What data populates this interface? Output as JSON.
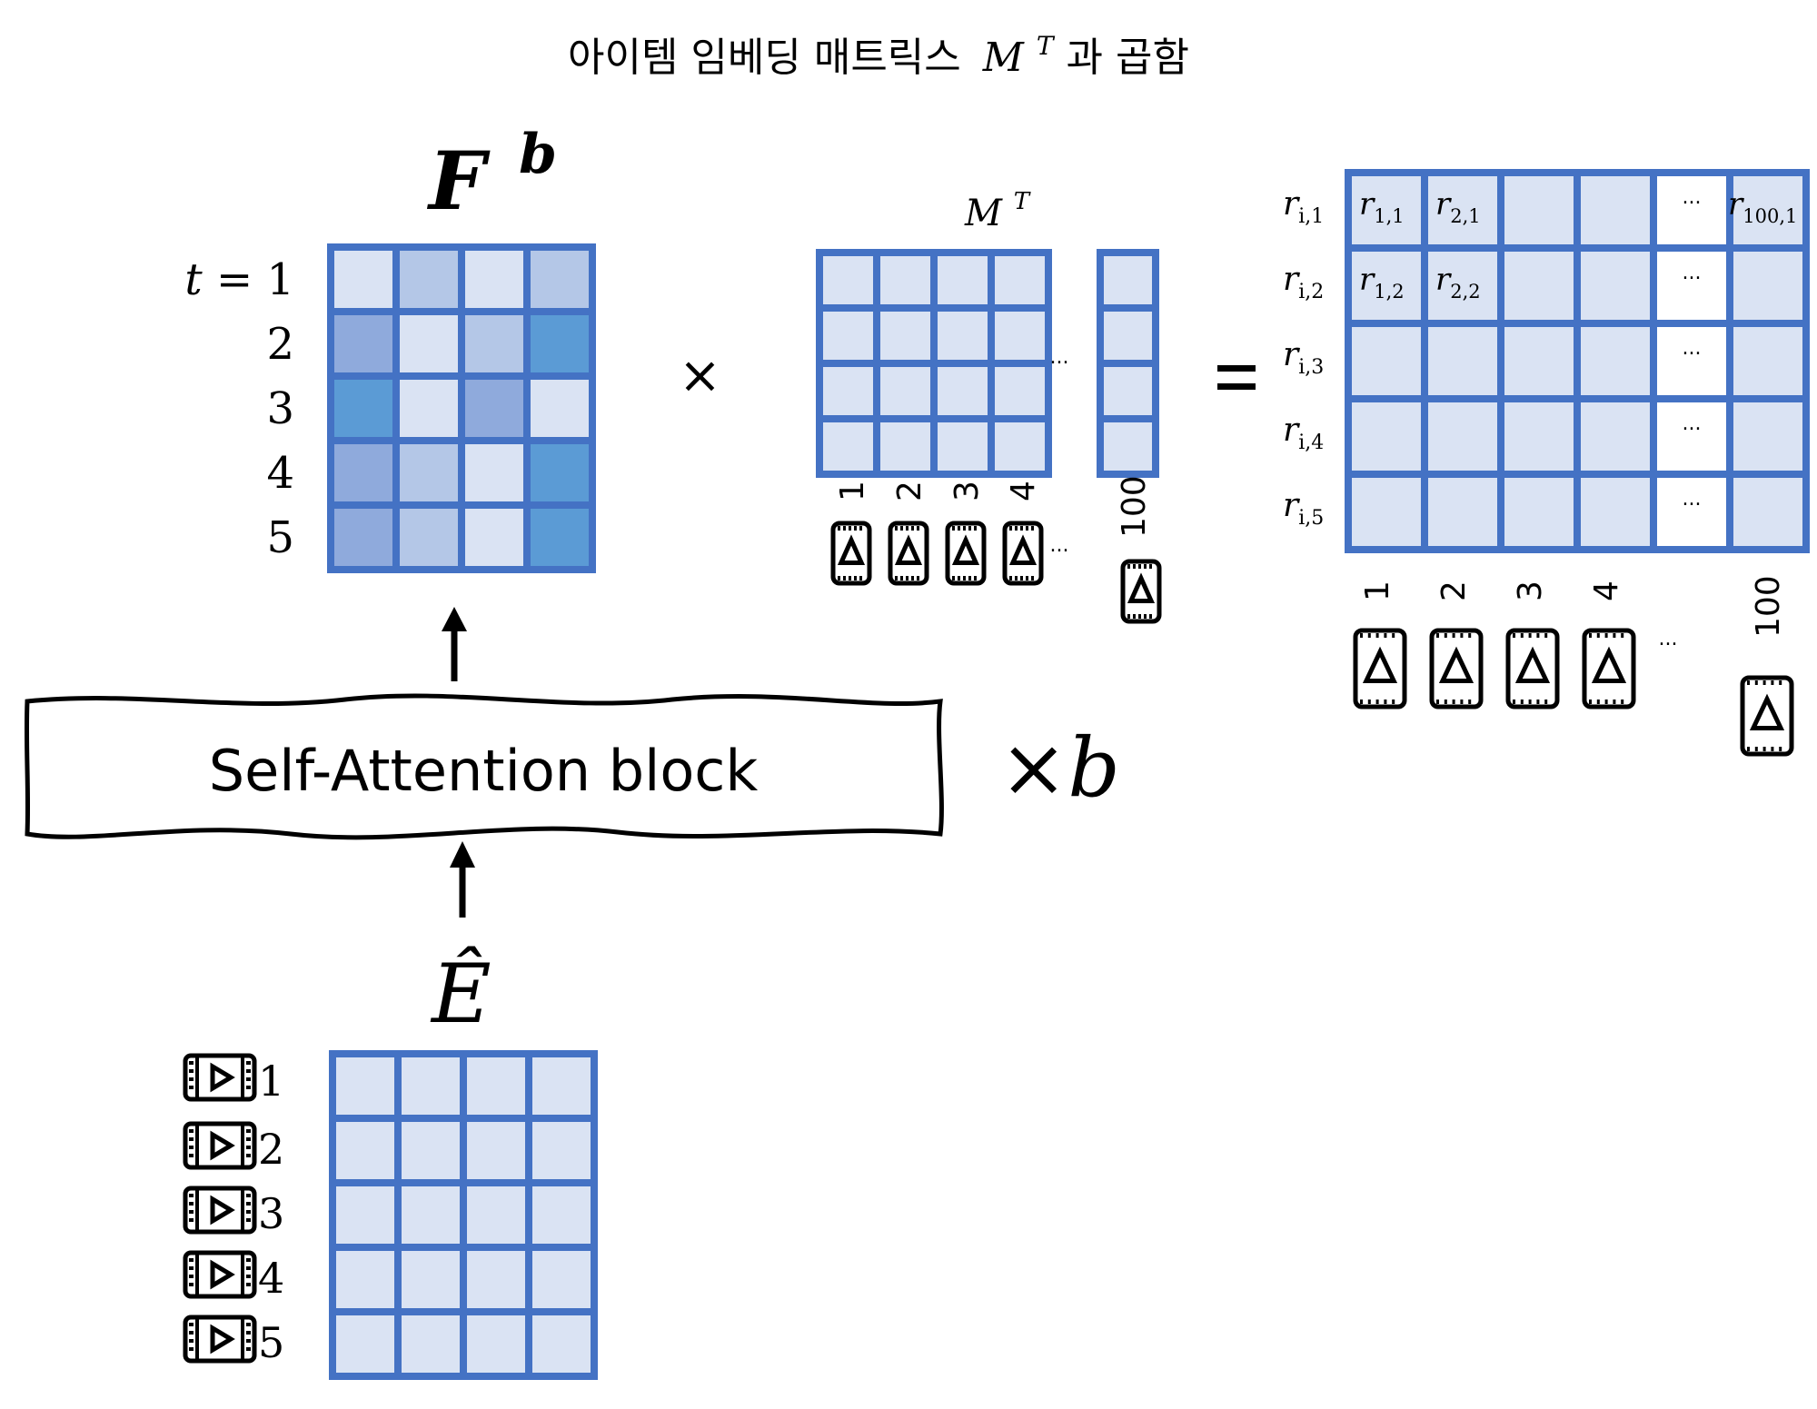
{
  "title": {
    "text": "아이템 임베딩 매트릭스",
    "symbol": "M",
    "sup": "T",
    "suffix": "과 곱함"
  },
  "fb": {
    "label": "F",
    "sup": "b",
    "row_labels": [
      "t = 1",
      "2",
      "3",
      "4",
      "5"
    ],
    "cell_shades": [
      [
        0,
        1,
        0,
        1
      ],
      [
        2,
        0,
        1,
        3
      ],
      [
        3,
        0,
        2,
        0
      ],
      [
        2,
        1,
        0,
        3
      ],
      [
        2,
        1,
        0,
        3
      ]
    ]
  },
  "times_symbol": "×",
  "mt": {
    "label": "M",
    "sup": "T",
    "ellipsis": "...",
    "item_labels": [
      "1",
      "2",
      "3",
      "4",
      "100"
    ]
  },
  "equals_symbol": "=",
  "result": {
    "row_labels": [
      {
        "base": "r",
        "sub": "i,1"
      },
      {
        "base": "r",
        "sub": "i,2"
      },
      {
        "base": "r",
        "sub": "i,3"
      },
      {
        "base": "r",
        "sub": "i,4"
      },
      {
        "base": "r",
        "sub": "i,5"
      }
    ],
    "cells": [
      {
        "row": 0,
        "col": 0,
        "base": "r",
        "sub": "1,1"
      },
      {
        "row": 0,
        "col": 1,
        "base": "r",
        "sub": "2,1"
      },
      {
        "row": 0,
        "col": 5,
        "base": "r",
        "sub": "100,1"
      },
      {
        "row": 1,
        "col": 0,
        "base": "r",
        "sub": "1,2"
      },
      {
        "row": 1,
        "col": 1,
        "base": "r",
        "sub": "2,2"
      }
    ],
    "ellipsis": "...",
    "col_labels": [
      "1",
      "2",
      "3",
      "4",
      "100"
    ]
  },
  "block": {
    "label": "Self-Attention block",
    "repeat": "×b"
  },
  "ehat": {
    "label": "Ê",
    "row_labels": [
      "1",
      "2",
      "3",
      "4",
      "5"
    ]
  },
  "colors": {
    "grid_stroke": "#4472C4",
    "light": "#DAE3F3",
    "shade1": "#B4C7E7",
    "shade2": "#8FAADC",
    "shade3": "#5B9BD5",
    "ink": "#000000"
  },
  "icons": {
    "item": "play-icon",
    "input": "video-clip-icon"
  }
}
